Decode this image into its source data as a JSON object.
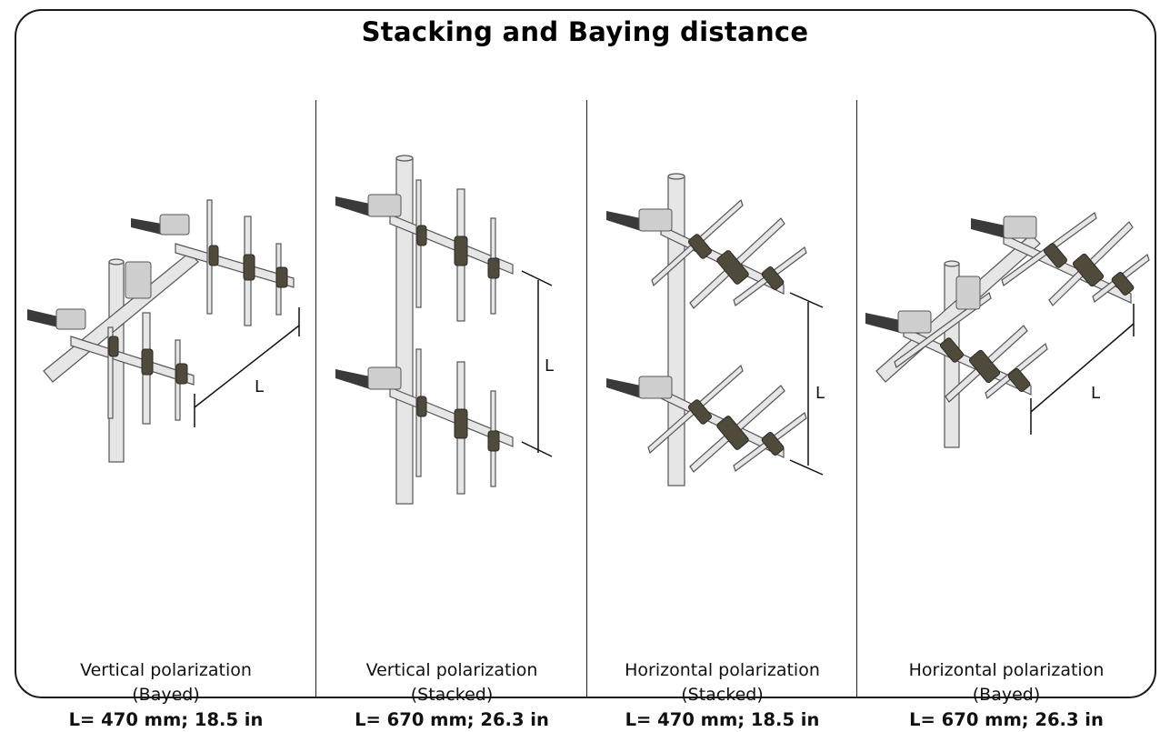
{
  "title": "Stacking and Baying distance",
  "dimension_label": "L",
  "panels": [
    {
      "polarization": "Vertical polarization",
      "arrangement": "(Bayed)",
      "length": "L= 470 mm; 18.5 in"
    },
    {
      "polarization": "Vertical polarization",
      "arrangement": "(Stacked)",
      "length": "L= 670 mm; 26.3 in"
    },
    {
      "polarization": "Horizontal polarization",
      "arrangement": "(Stacked)",
      "length": "L= 470 mm; 18.5 in"
    },
    {
      "polarization": "Horizontal polarization",
      "arrangement": "(Bayed)",
      "length": "L= 670 mm; 26.3 in"
    }
  ],
  "colors": {
    "tube": "#e6e6e6",
    "tube_outline": "#555555",
    "clamp": "#4f4a3c",
    "cable": "#3a3a3a"
  },
  "icons": [
    "yagi-antenna-illustration"
  ]
}
